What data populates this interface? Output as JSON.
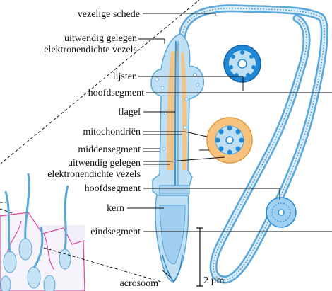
{
  "labels": {
    "vezelige_schede": "vezelige schede",
    "uitwendig_gelegen_1a": "uitwendig gelegen",
    "uitwendig_gelegen_1b": "elektronendichte vezels",
    "lijsten": "lijsten",
    "hoofdsegment_1": "hoofdsegment",
    "flagel": "flagel",
    "mitochondrien": "mitochondriën",
    "middensegment": "middensegment",
    "uitwendig_gelegen_2a": "uitwendig gelegen",
    "uitwendig_gelegen_2b": "elektronendichte vezels",
    "hoofdsegment_2": "hoofdsegment",
    "kern": "kern",
    "eindsegment": "eindsegment",
    "acrosoom": "acrosoom",
    "scale": "2 µm"
  },
  "colors": {
    "membrane_fill": "#bfe0f4",
    "membrane_stroke": "#5aa7d9",
    "mitochondria": "#f6c27e",
    "cross_section_dark": "#1f88d6",
    "inset_pink": "#d94aa0",
    "inset_background": "#f2eef7"
  }
}
